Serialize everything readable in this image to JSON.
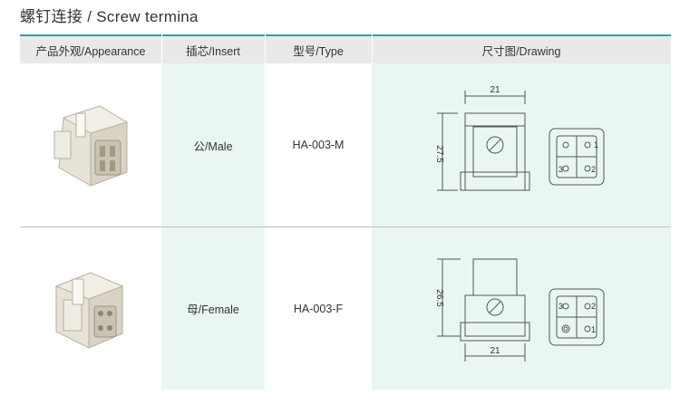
{
  "title": "螺钉连接 / Screw termina",
  "headers": {
    "appearance": "产品外观/Appearance",
    "insert": "插芯/Insert",
    "type": "型号/Type",
    "drawing": "尺寸图/Drawing"
  },
  "rows": [
    {
      "insert": "公/Male",
      "type": "HA-003-M",
      "dim_width": "21",
      "dim_height": "27.5",
      "pins": [
        "1",
        "2",
        "3"
      ]
    },
    {
      "insert": "母/Female",
      "type": "HA-003-F",
      "dim_width": "21",
      "dim_height": "26.5",
      "pins": [
        "3",
        "2",
        "1"
      ]
    }
  ],
  "colors": {
    "accent": "#27a79a",
    "header_bg": "#e9e9e9",
    "column_tint": "#e9f6f4"
  }
}
